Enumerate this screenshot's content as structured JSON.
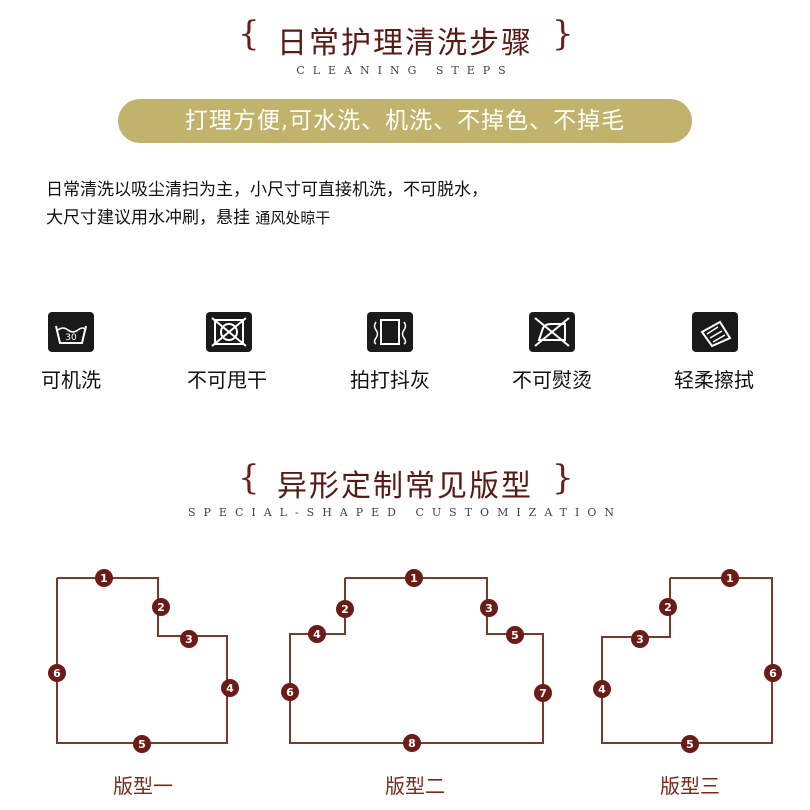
{
  "section1": {
    "title": "日常护理清洗步骤",
    "subtitle": "CLEANING STEPS",
    "brace_left": "{",
    "brace_right": "}"
  },
  "banner": {
    "text": "打理方便,可水洗、机洗、不掉色、不掉毛"
  },
  "paragraph": {
    "line1": "日常清洗以吸尘清扫为主，小尺寸可直接机洗，不可脱水，",
    "line2a": "大尺寸建议用水冲刷，悬挂",
    "line2b": "通风处晾干"
  },
  "care_icons": [
    {
      "icon": "washtub-icon",
      "label": "可机洗"
    },
    {
      "icon": "no-tumble-dry-icon",
      "label": "不可甩干"
    },
    {
      "icon": "beat-dust-icon",
      "label": "拍打抖灰"
    },
    {
      "icon": "no-iron-icon",
      "label": "不可熨烫"
    },
    {
      "icon": "hand-wipe-icon",
      "label": "轻柔擦拭"
    }
  ],
  "section2": {
    "title": "异形定制常见版型",
    "subtitle": "SPECIAL-SHAPED CUSTOMIZATION",
    "brace_left": "{",
    "brace_right": "}"
  },
  "shapes": [
    {
      "label": "版型一",
      "markers": [
        "1",
        "2",
        "3",
        "4",
        "5",
        "6"
      ]
    },
    {
      "label": "版型二",
      "markers": [
        "1",
        "2",
        "3",
        "4",
        "5",
        "6",
        "7",
        "8"
      ]
    },
    {
      "label": "版型三",
      "markers": [
        "1",
        "2",
        "3",
        "4",
        "5",
        "6"
      ]
    }
  ],
  "colors": {
    "accent": "#6b1c16",
    "banner": "#c1b36c",
    "line": "#7a3a2a",
    "marker": "#6b1c16"
  }
}
